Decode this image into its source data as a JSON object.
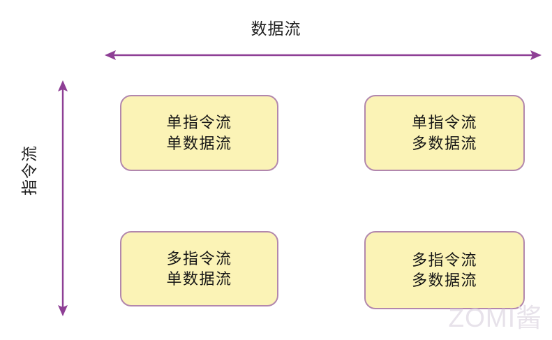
{
  "diagram": {
    "type": "quadrant-matrix",
    "title_x_axis": "数据流",
    "title_y_axis": "指令流",
    "accent_color": "#8e3f95",
    "box_fill_color": "#fbf3b6",
    "box_border_color": "#b287ad",
    "text_color": "#151515",
    "background_color": "#ffffff",
    "x_axis_arrow": "double-headed-horizontal-arrow",
    "y_axis_arrow": "double-headed-vertical-arrow",
    "quadrants": [
      {
        "id": "sisd",
        "position": "top-left",
        "line1": "单指令流",
        "line2": "单数据流"
      },
      {
        "id": "simd",
        "position": "top-right",
        "line1": "单指令流",
        "line2": "多数据流"
      },
      {
        "id": "misd",
        "position": "bottom-left",
        "line1": "多指令流",
        "line2": "单数据流"
      },
      {
        "id": "mimd",
        "position": "bottom-right",
        "line1": "多指令流",
        "line2": "多数据流"
      }
    ]
  },
  "watermark": {
    "text": "ZOMI酱",
    "color": "#e7e2ea"
  }
}
